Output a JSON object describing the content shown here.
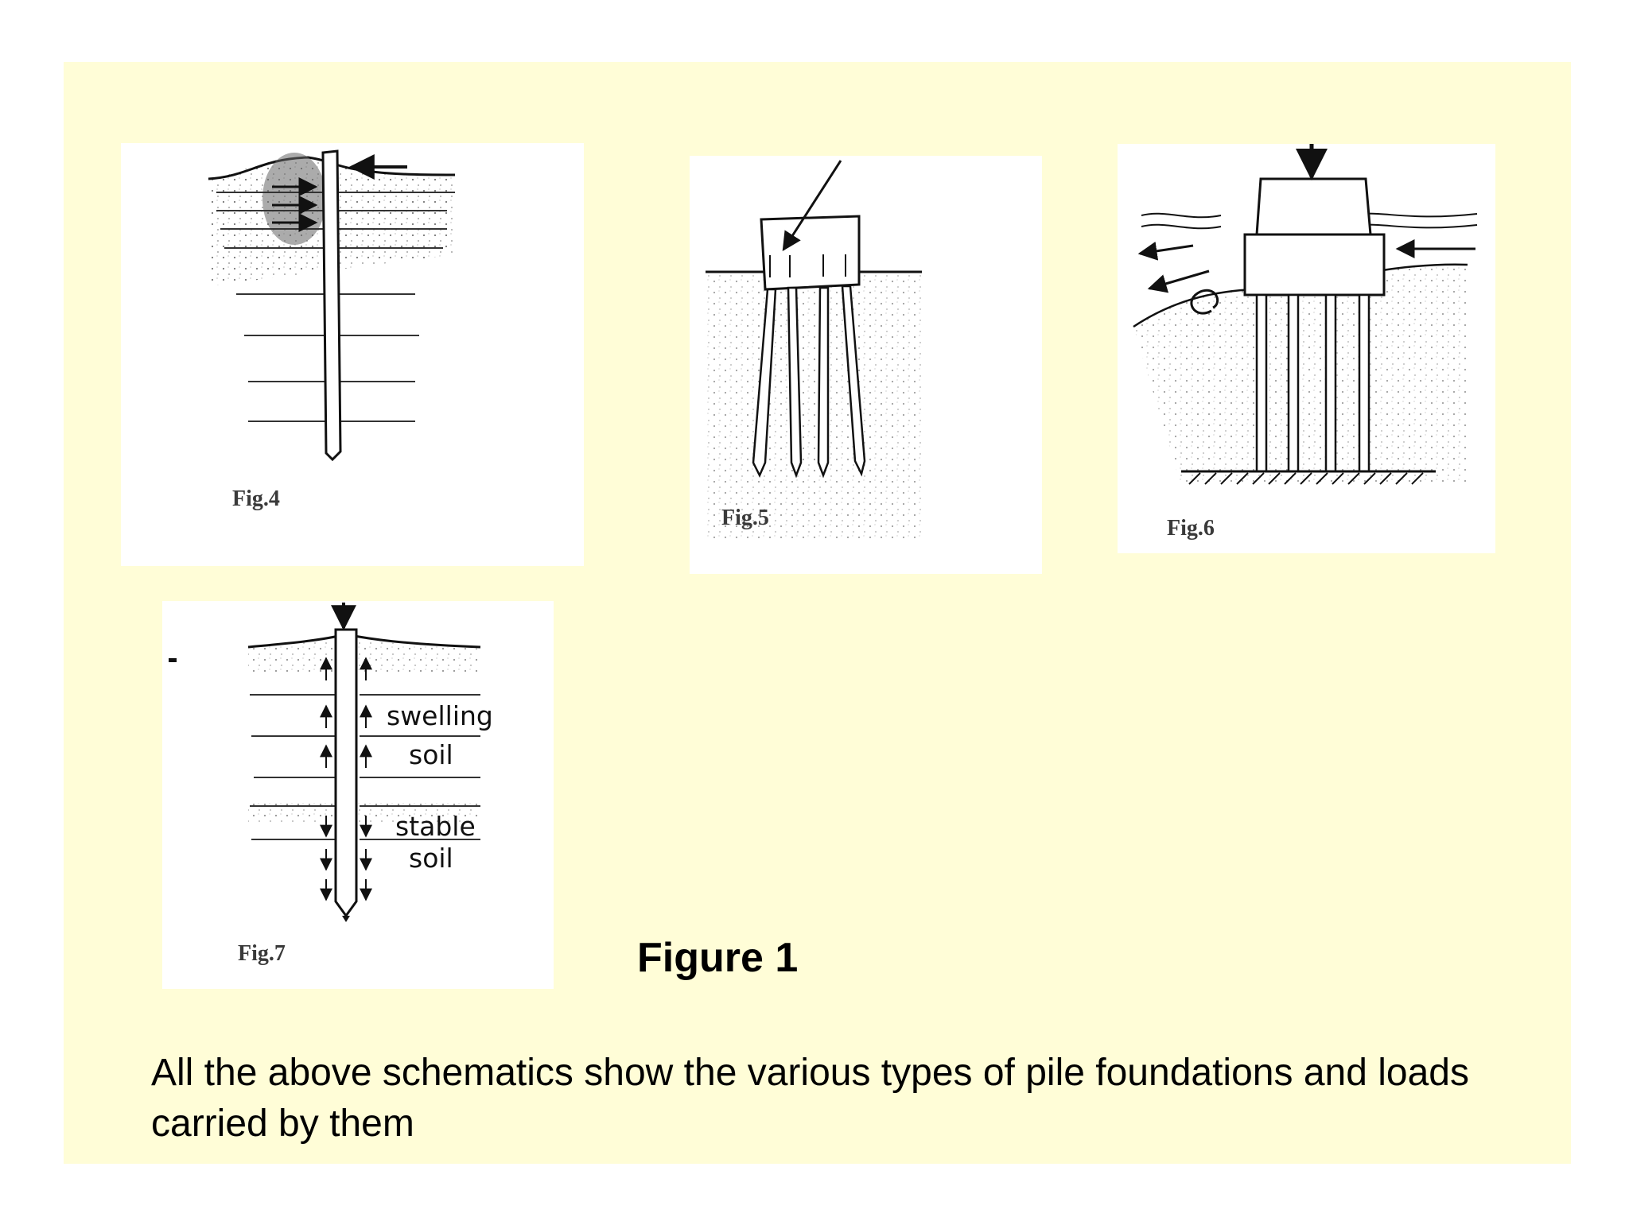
{
  "figures": [
    {
      "label": "Fig.4"
    },
    {
      "label": "Fig.5"
    },
    {
      "label": "Fig.6"
    },
    {
      "label": "Fig.7",
      "annotations": [
        "swelling",
        "soil",
        "stable",
        "soil"
      ]
    }
  ],
  "title": "Figure 1",
  "caption": "All the above schematics show the various types of pile foundations and loads carried by them"
}
